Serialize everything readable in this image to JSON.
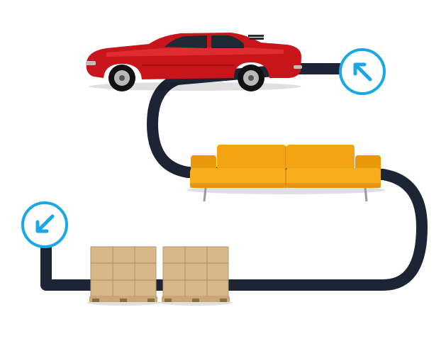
{
  "scene": {
    "path": {
      "color": "#1d2433"
    },
    "arrow_badges": [
      {
        "name": "arrow-up-left-icon",
        "direction": "up-left"
      },
      {
        "name": "arrow-down-left-icon",
        "direction": "down-left"
      }
    ],
    "colors": {
      "badge_ring": "#1aa7e8",
      "car_body": "#c8141b",
      "car_highlight": "#e8363c",
      "sofa": "#f4a312",
      "sofa_shade": "#d9870a",
      "box": "#d7b88a",
      "box_edge": "#b8956a",
      "pallet": "#c9a777"
    },
    "items": [
      "car-image",
      "sofa-image",
      "pallet-boxes-image",
      "pallet-boxes-image"
    ]
  }
}
